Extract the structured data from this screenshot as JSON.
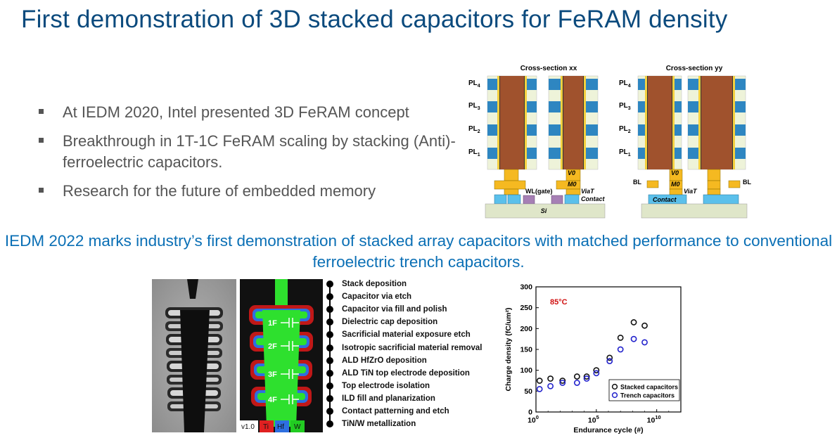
{
  "title": "First demonstration of 3D stacked capacitors for FeRAM density",
  "bullets": [
    "At IEDM 2020, Intel presented 3D FeRAM concept",
    "Breakthrough in 1T-1C FeRAM scaling by stacking (Anti)-ferroelectric capacitors.",
    "Research for the future of embedded memory"
  ],
  "headline": "IEDM 2022 marks industry’s first demonstration of stacked array capacitors with matched performance to conventional ferroelectric trench capacitors.",
  "cross_section": {
    "xx_title": "Cross-section xx",
    "yy_title": "Cross-section yy",
    "pl_labels": [
      "PL",
      "PL",
      "PL",
      "PL"
    ],
    "pl_subs": [
      "4",
      "3",
      "2",
      "1"
    ],
    "v0": "V0",
    "m0": "M0",
    "viat": "ViaT",
    "contact": "Contact",
    "wl_gate": "WL(gate)",
    "si": "Si",
    "bl_left": "BL",
    "bl_right": "BL",
    "colors": {
      "brown": "#a0522d",
      "blue": "#2e86c1",
      "yellow": "#f4d03f",
      "gold": "#f5b921",
      "purple": "#a67fb5",
      "cyan": "#5bc0eb",
      "si": "#dfe6c9",
      "pale": "#eef3d9"
    }
  },
  "micrograph": {
    "cap_labels": [
      "1F",
      "2F",
      "3F",
      "4F"
    ],
    "version": "v1.0",
    "legend": [
      {
        "label": "Ti",
        "color": "#e02020"
      },
      {
        "label": "Hf",
        "color": "#2e6fe0"
      },
      {
        "label": "W",
        "color": "#22cc22"
      }
    ]
  },
  "process_steps": [
    "Stack deposition",
    "Capacitor via etch",
    "Capacitor via fill and polish",
    "Dielectric cap deposition",
    "Sacrificial material exposure etch",
    "Isotropic sacrificial material removal",
    "ALD HfZrO deposition",
    "ALD TiN top electrode deposition",
    "Top electrode isolation",
    "ILD fill and planarization",
    "Contact patterning and etch",
    "TiN/W metallization"
  ],
  "chart_data": {
    "type": "scatter",
    "title": "",
    "annotation": "85°C",
    "xlabel": "Endurance cycle (#)",
    "ylabel": "Charge density (fC/um²)",
    "xscale": "log",
    "xlim_exp": [
      0,
      12
    ],
    "xtick_exps": [
      0,
      5,
      10
    ],
    "xtick_labels": [
      "10",
      "10",
      "10"
    ],
    "xtick_sups": [
      "0",
      "5",
      "10"
    ],
    "ylim": [
      0,
      300
    ],
    "yticks": [
      0,
      50,
      100,
      150,
      200,
      250,
      300
    ],
    "legend_position": "bottom-right",
    "series": [
      {
        "name": "Stacked capacitors",
        "color": "#111111",
        "x_exp": [
          0.3,
          1.2,
          2.2,
          3.4,
          4.2,
          5.0,
          6.1,
          7.0,
          8.1,
          9.0
        ],
        "y": [
          75,
          80,
          75,
          85,
          85,
          100,
          130,
          178,
          215,
          207
        ]
      },
      {
        "name": "Trench capacitors",
        "color": "#2222cc",
        "x_exp": [
          0.3,
          1.2,
          2.2,
          3.4,
          4.2,
          5.0,
          6.1,
          7.0,
          8.1,
          9.0
        ],
        "y": [
          55,
          62,
          70,
          70,
          80,
          93,
          122,
          150,
          175,
          167
        ]
      }
    ]
  }
}
